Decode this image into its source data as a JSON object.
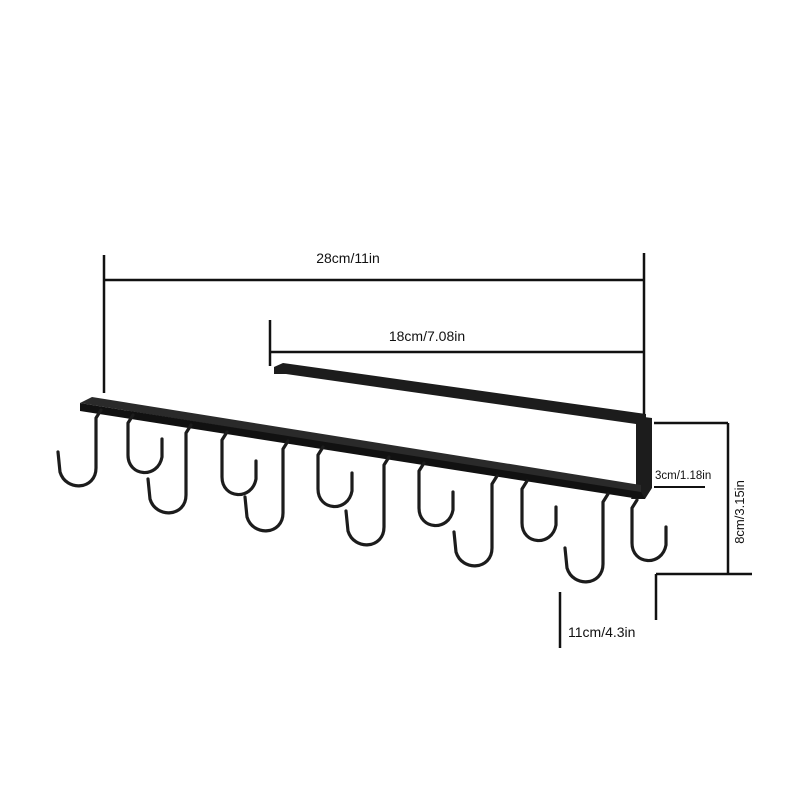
{
  "dimensions": {
    "total_length": "28cm/11in",
    "slot_length": "18cm/7.08in",
    "slot_height": "3cm/1.18in",
    "total_height": "8cm/3.15in",
    "depth": "11cm/4.3in"
  },
  "colors": {
    "product": "#1c1c1c",
    "product_edge": "#000000",
    "dimension_lines": "#111111",
    "background": "#ffffff"
  },
  "product": {
    "hook_count": 12
  }
}
